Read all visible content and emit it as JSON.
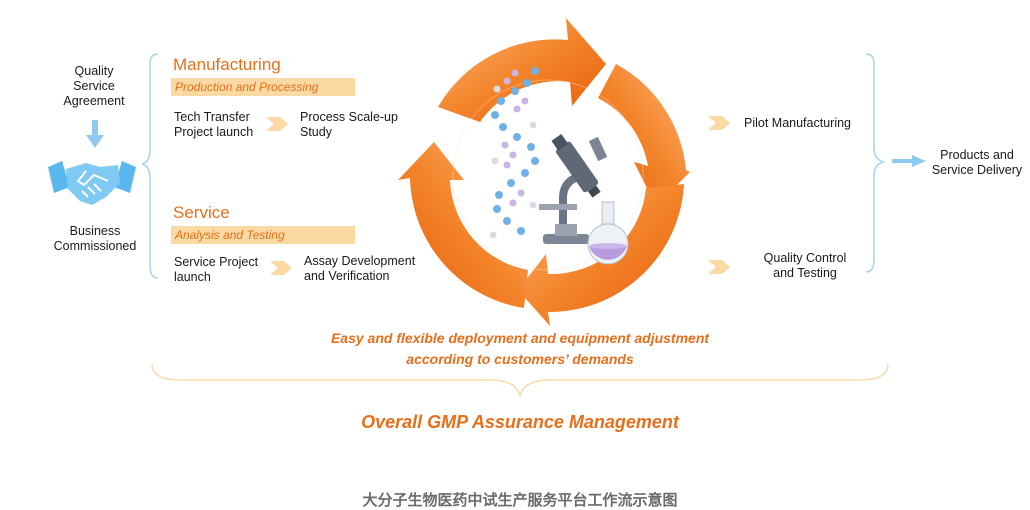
{
  "left": {
    "quality_agreement": [
      "Quality",
      "Service",
      "Agreement"
    ],
    "business_commissioned": [
      "Business",
      "Commissioned"
    ],
    "handshake_icon": "handshake-icon",
    "arrow_color": "#8fc9ef"
  },
  "manufacturing": {
    "title": "Manufacturing",
    "subtitle": "Production and Processing",
    "step1": [
      "Tech Transfer",
      "Project launch"
    ],
    "step2": [
      "Process Scale-up",
      "Study"
    ]
  },
  "service": {
    "title": "Service",
    "subtitle": "Analysis and Testing",
    "step1": [
      "Service Project",
      "launch"
    ],
    "step2": [
      "Assay Development",
      "and Verification"
    ]
  },
  "right": {
    "pilot": "Pilot Manufacturing",
    "quality_control": [
      "Quality Control",
      "and Testing"
    ],
    "delivery": [
      "Products and",
      "Service Delivery"
    ]
  },
  "cycle": {
    "caption_line1": "Easy and flexible deployment and equipment adjustment",
    "caption_line2": "according to customers’ demands",
    "colors": {
      "orange_dark": "#ee6a0e",
      "orange_light": "#fbb37a"
    },
    "center_icons": [
      "dna-icon",
      "microscope-icon",
      "flask-icon"
    ]
  },
  "bottom": {
    "gmp_title": "Overall GMP Assurance Management",
    "footer_caption": "大分子生物医药中试生产服务平台工作流示意图"
  },
  "accent_colors": {
    "orange": "#e56f1c",
    "chevron": "#fbd9a2",
    "bracket": "#a8d4ef"
  }
}
